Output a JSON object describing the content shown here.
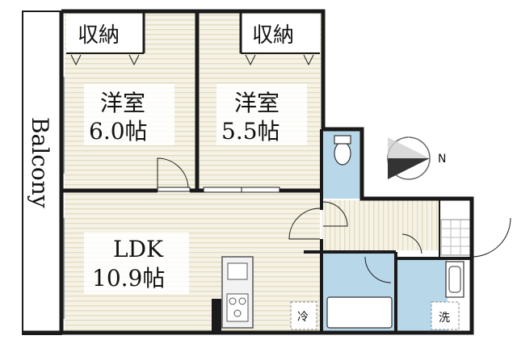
{
  "balcony": {
    "label": "Balcony"
  },
  "storage": {
    "label": "収納"
  },
  "rooms": {
    "western1": {
      "name": "洋室",
      "size": "6.0帖"
    },
    "western2": {
      "name": "洋室",
      "size": "5.5帖"
    },
    "ldk": {
      "name": "LDK",
      "size": "10.9帖"
    }
  },
  "fridge": {
    "label": "冷"
  },
  "washer": {
    "label": "洗"
  },
  "compass": {
    "north": "N"
  },
  "colors": {
    "wall": "#1a1a1a",
    "floor_stripe": "#e9e4cf",
    "floor_bg": "#f6f3e6",
    "wet_area": "#b8d8ea",
    "pale_panel": "#ffffff"
  }
}
